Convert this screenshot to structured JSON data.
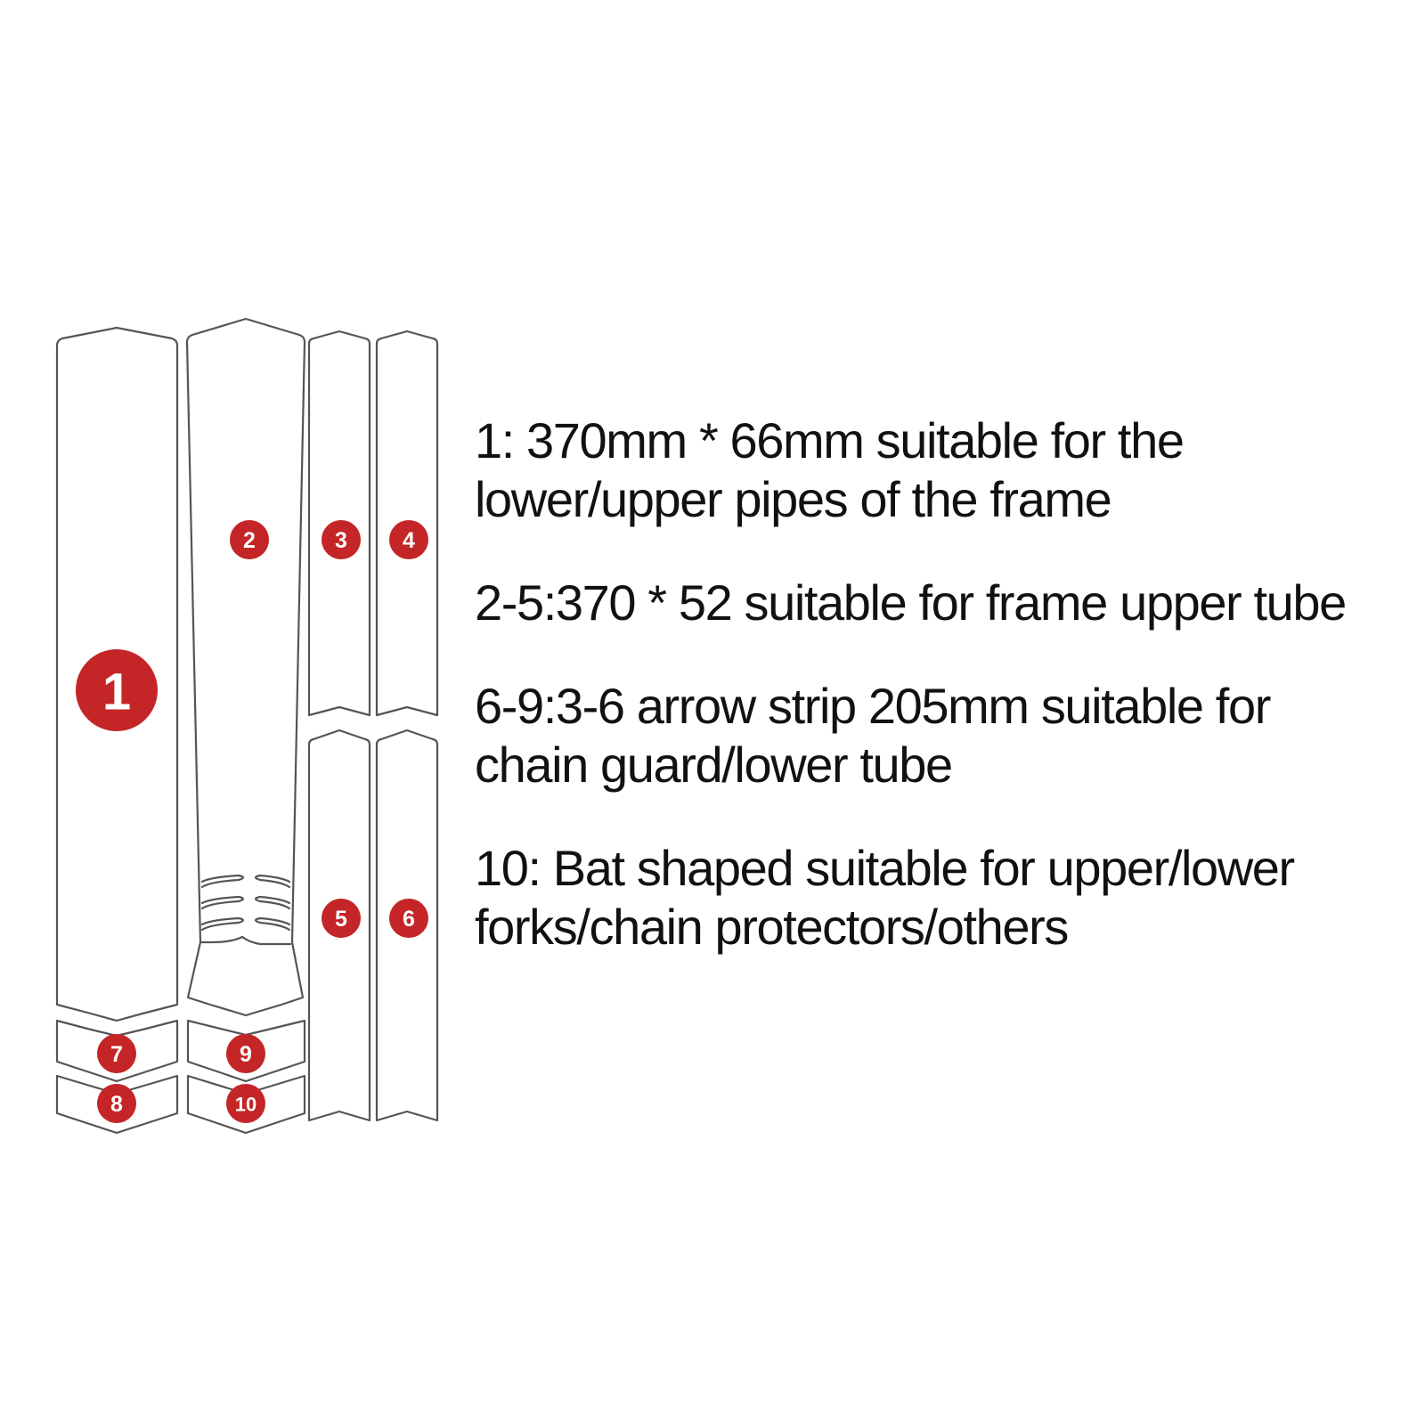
{
  "badges": {
    "b1": "1",
    "b2": "2",
    "b3": "3",
    "b4": "4",
    "b5": "5",
    "b6": "6",
    "b7": "7",
    "b8": "8",
    "b9": "9",
    "b10": "10"
  },
  "colors": {
    "badge": "#c42527",
    "outline": "#555555",
    "text": "#111111",
    "background": "#ffffff"
  },
  "descriptions": [
    {
      "lines": [
        "1: 370mm * 66mm suitable for the",
        "lower/upper pipes of the frame"
      ]
    },
    {
      "lines": [
        "2-5:370 * 52 suitable for frame upper tube"
      ]
    },
    {
      "lines": [
        "6-9:3-6 arrow strip 205mm suitable for",
        "chain guard/lower tube"
      ]
    },
    {
      "lines": [
        "10: Bat shaped suitable for upper/lower",
        "forks/chain protectors/others"
      ]
    }
  ]
}
